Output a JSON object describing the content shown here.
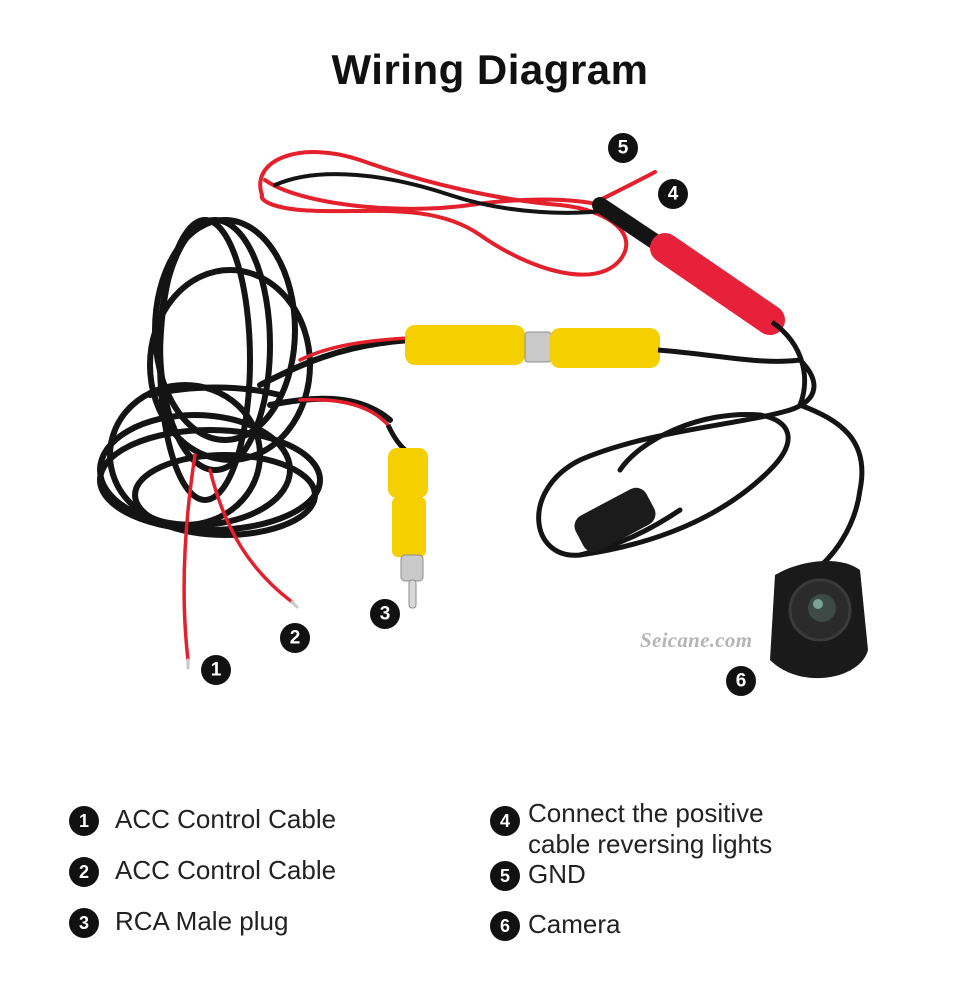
{
  "title": "Wiring Diagram",
  "watermark": "Seicane.com",
  "markers": [
    "1",
    "2",
    "3",
    "4",
    "5",
    "6"
  ],
  "legend": [
    {
      "num": "1",
      "label": "ACC Control Cable"
    },
    {
      "num": "2",
      "label": "ACC Control Cable"
    },
    {
      "num": "3",
      "label": "RCA Male plug"
    },
    {
      "num": "4",
      "label": "Connect the positive cable reversing lights"
    },
    {
      "num": "5",
      "label": "GND"
    },
    {
      "num": "6",
      "label": "Camera"
    }
  ],
  "colors": {
    "cable_black": "#141414",
    "cable_red": "#e3202b",
    "connector_yellow": "#f5cf00",
    "connector_red": "#e8213a",
    "metal": "#c9c9c9",
    "marker_fill": "#111111"
  }
}
